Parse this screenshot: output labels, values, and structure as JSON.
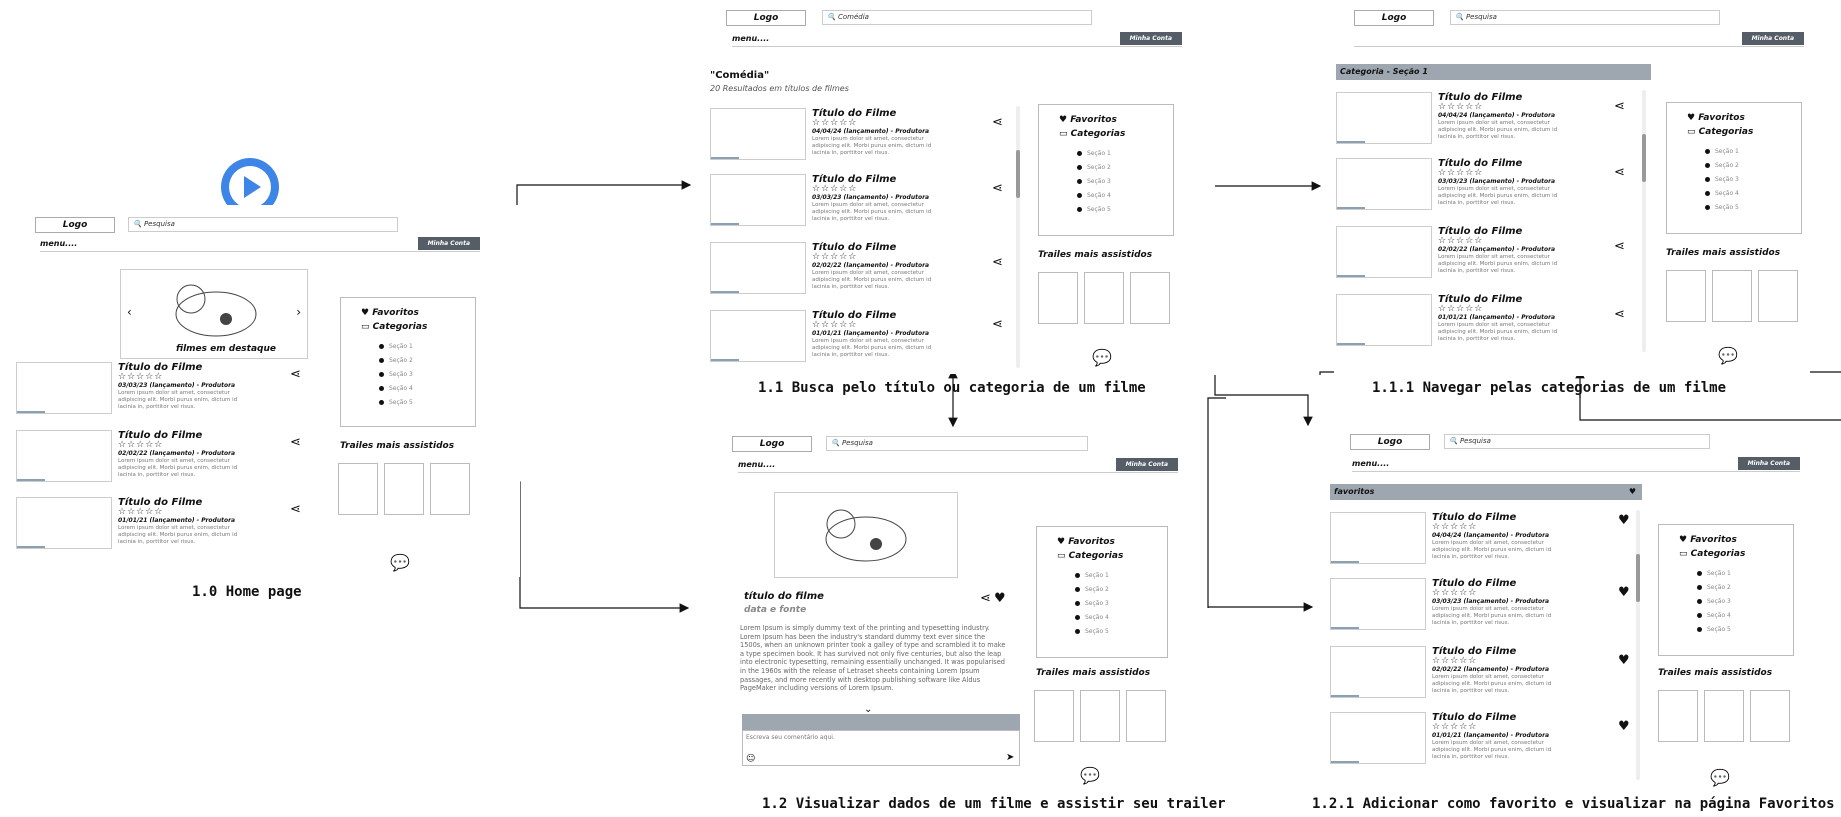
{
  "brand": {
    "logo": "Logo",
    "search_placeholder": "Pesquisa",
    "search_comedy": "Comédia",
    "menu": "menu....",
    "account_button": "Minha Conta"
  },
  "home": {
    "featured_label": "filmes em destaque",
    "caption": "1.0 Home page"
  },
  "films": [
    {
      "title": "Título do Filme",
      "stars": "☆☆☆☆☆",
      "date_line": "04/04/24 (lançamento) - Produtora",
      "blurb": "Lorem ipsum dolor sit amet, consectetur adipiscing elit. Morbi purus enim, dictum id lacinia in, porttitor vel risus."
    },
    {
      "title": "Título do Filme",
      "stars": "☆☆☆☆☆",
      "date_line": "03/03/23 (lançamento) - Produtora",
      "blurb": "Lorem ipsum dolor sit amet, consectetur adipiscing elit. Morbi purus enim, dictum id lacinia in, porttitor vel risus."
    },
    {
      "title": "Título do Filme",
      "stars": "☆☆☆☆☆",
      "date_line": "02/02/22 (lançamento) - Produtora",
      "blurb": "Lorem ipsum dolor sit amet, consectetur adipiscing elit. Morbi purus enim, dictum id lacinia in, porttitor vel risus."
    },
    {
      "title": "Título do Filme",
      "stars": "☆☆☆☆☆",
      "date_line": "01/01/21 (lançamento) - Produtora",
      "blurb": "Lorem ipsum dolor sit amet, consectetur adipiscing elit. Morbi purus enim, dictum id lacinia in, porttitor vel risus."
    }
  ],
  "sidebar": {
    "favorites": "Favoritos",
    "categories": "Categorias",
    "sections": [
      "Seção 1",
      "Seção 2",
      "Seção 3",
      "Seção 4",
      "Seção 5"
    ],
    "trailers_heading": "Trailes mais assistidos"
  },
  "search_page": {
    "query": "\"Comédia\"",
    "results": "20 Resultados em títulos de filmes",
    "caption": "1.1 Busca pelo título ou categoria de um filme"
  },
  "category_page": {
    "bar_title": "Categoria - Seção 1",
    "caption": "1.1.1 Navegar pelas categorias de um filme"
  },
  "detail_page": {
    "title": "título do filme",
    "subtitle": "data e fonte",
    "body": "Lorem Ipsum is simply dummy text of the printing and typesetting industry. Lorem Ipsum has been the industry's standard dummy text ever since the 1500s, when an unknown printer took a galley of type and scrambled it to make a type specimen book. It has survived not only five centuries, but also the leap into electronic typesetting, remaining essentially unchanged. It was popularised in the 1960s with the release of Letraset sheets containing Lorem Ipsum passages, and more recently with desktop publishing software like Aldus PageMaker including versions of Lorem Ipsum.",
    "comment_placeholder": "Escreva seu comentário aqui.",
    "caption": "1.2 Visualizar dados de um filme e assistir seu trailer"
  },
  "favorites_page": {
    "bar_title": "favoritos",
    "caption": "1.2.1 Adicionar como favorito e visualizar na página Favoritos"
  },
  "colors": {
    "accent_play": "#3d85e6",
    "bar_gray": "#9ea7b0",
    "account_button": "#555d66"
  }
}
